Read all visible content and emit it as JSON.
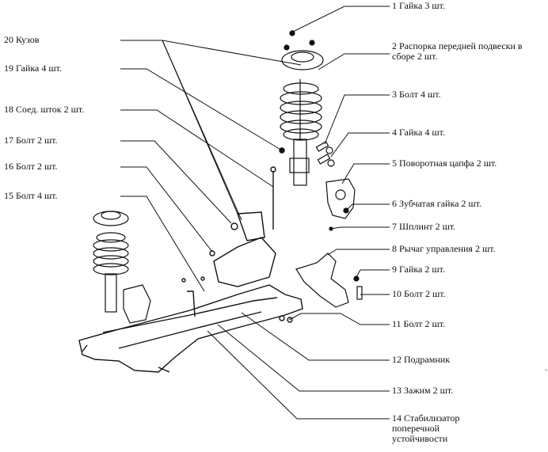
{
  "labels": {
    "l1": "1 Гайка 3 шт.",
    "l2": "2 Распорка передней подвески в сборе 2 шт.",
    "l3": "3 Болт 4 шт.",
    "l4": "4 Гайка 4 шт.",
    "l5": "5 Поворотная цапфа 2 шт.",
    "l6": "6 Зубчатая гайка 2 шт.",
    "l7": "7 Шплинт 2 шт.",
    "l8": "8 Рычаг управления 2 шт.",
    "l9": "9 Гайка 2 шт.",
    "l10": "10 Болт 2 шт.",
    "l11": "11 Болт 2 шт.",
    "l12": "12 Подрамник",
    "l13": "13 Зажим 2 шт.",
    "l14": "14 Стабилизатор поперечной устойчивости",
    "l15": "15 Болт 4 шт.",
    "l16": "16 Болт 2 шт.",
    "l17": "17 Болт 2 шт.",
    "l18": "18 Соед. шток 2 шт.",
    "l19": "19 Гайка 4 шт.",
    "l20": "20 Кузов"
  },
  "stray_mark": "."
}
